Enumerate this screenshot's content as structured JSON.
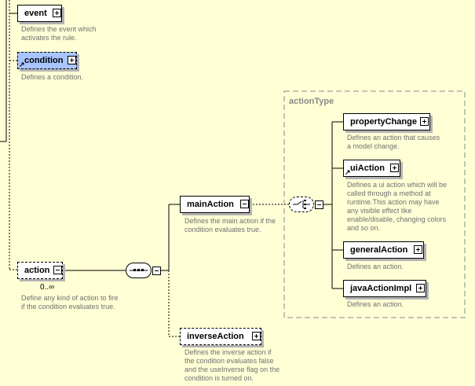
{
  "nodes": {
    "event": {
      "label": "event",
      "desc": "Defines the event which activates the rule."
    },
    "condition": {
      "label": "condition",
      "desc": "Defines a condition."
    },
    "action": {
      "label": "action",
      "desc": "Define any kind of action to fire if the condition evaluates true.",
      "occurs": "0..∞"
    },
    "mainAction": {
      "label": "mainAction",
      "desc": "Defines the main action if the condition evaluates true."
    },
    "inverseAction": {
      "label": "inverseAction",
      "desc": "Defines the inverse action if the condition evaluates false and the useInverse flag on the condition is turned on."
    },
    "propertyChange": {
      "label": "propertyChange",
      "desc": "Defines an action that causes a model change."
    },
    "uiAction": {
      "label": "uiAction",
      "desc": "Defines a ui action which will be called through a method at runtime.This action may have any visible effect like enable/disable, changing colors and so on."
    },
    "generalAction": {
      "label": "generalAction",
      "desc": "Defines an action."
    },
    "javaActionImpl": {
      "label": "javaActionImpl",
      "desc": "Defines an action."
    }
  },
  "group": {
    "title": "actionType"
  },
  "colors": {
    "background": "#FFFFD6",
    "selected": "#A9C5FF",
    "description": "#707070",
    "group_border": "#8A8A8A"
  }
}
